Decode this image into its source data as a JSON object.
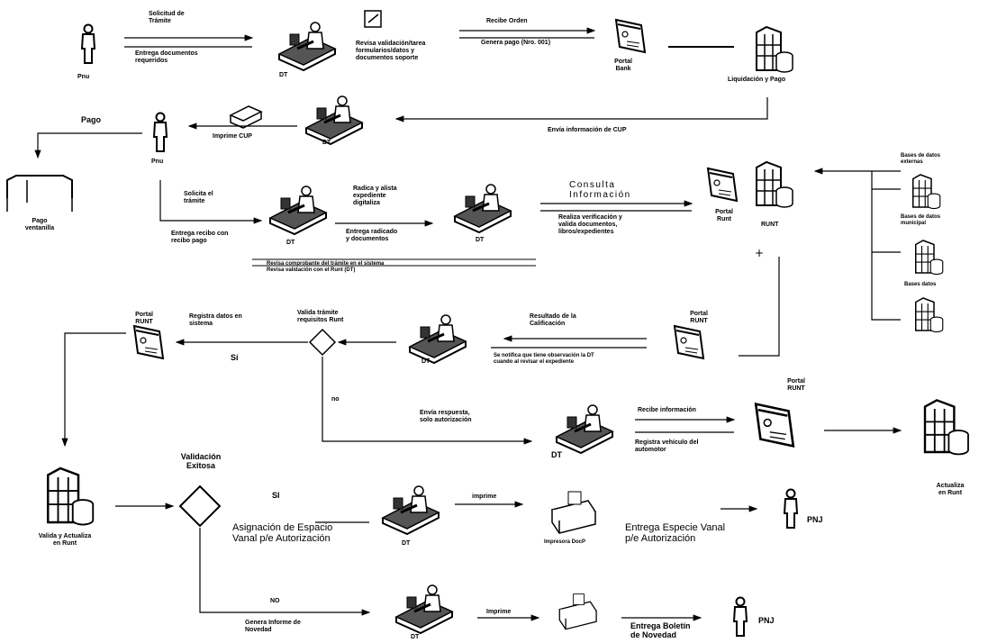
{
  "labels": {
    "pnj_1": "Pnu",
    "solicitud_de_pago": "Solicitud de\nTrámite",
    "entrega_documentos": "Entrega documentos\nrequeridos",
    "dt_1": "DT",
    "revisa_documentos": "Revisa validación/tarea\nformularios/datos y\ndocumentos soporte",
    "recibe_orden": "Recibe Orden",
    "genera_pago": "Genera pago (Nro. 001)",
    "portal_bank": "Portal\nBank",
    "liquidacion_y_pago": "Liquidación y Pago",
    "envia_informacion_pago": "Envía información de CUP",
    "pago_label": "Pago",
    "pnj_2": "Pnu",
    "imprime_cup": "Imprime CUP",
    "dt_2": "DT",
    "pago_ventanilla": "Pago\nventanilla",
    "solicita_tramite": "Solicita el\ntrámite",
    "entrega_recibo": "Entrega recibo con\nrecibo pago",
    "dt_3": "DT",
    "radica_y_alista": "Radica y alista\nexpediente\ndigitaliza",
    "entrega_radicado": "Entrega radicado\ny documentos",
    "dt_4": "DT",
    "consulta_informacion": "Consulta\nInformación",
    "realiza_verificacion": "Realiza verificación y\nvalida documentos,\nlibros/expedientes",
    "portal_runt_1": "Portal\nRunt",
    "runt_1": "RUNT",
    "revisa_comprobante": "Revisa comprobante del trámite en el sistema\nRevisa validación con el Runt (DT)",
    "bases_datos_1": "Bases de datos\nexternas",
    "bases_datos_2": "Bases de datos\nmunicipal",
    "bases_datos_3": "Bases datos",
    "portal_runt_2": "Portal\nRUNT",
    "registra_datos": "Registra datos en\nsistema",
    "valida_tramite": "Valida trámite\nrequisitos Runt",
    "si_1": "Sí",
    "dt_5": "DT",
    "resultado_calificacion": "Resultado de la\nCalificación",
    "portal_runt_3": "Portal\nRUNT",
    "se_notifica": "Se notifica que tiene observación la DT\ncuando al revisar el expediente",
    "no_1": "no",
    "envia_respuesta": "Envía respuesta,\nsolo autorización",
    "dt_6": "DT",
    "recibe_informacion": "Recibe información",
    "registra_vehiculo": "Registra vehículo del\nautomotor",
    "portal_runt_4": "Portal\nRUNT",
    "actualiza_runt": "Actualiza\nen Runt",
    "valida_y_actualiza": "Valida y Actualiza\nen Runt",
    "validacion_exitosa": "Validación\nExitosa",
    "si_2": "SI",
    "asignacion": "Asignación de Espacio\nVanal p/e Autorización",
    "dt_7": "DT",
    "imprime": "imprime",
    "impresora": "Impresora DocP",
    "entrega_especie": "Entrega Especie Vanal\np/e Autorización",
    "pnj_3": "PNJ",
    "no_2": "NO",
    "genera_informe": "Genera Informe de\nNovedad",
    "dt_8": "DT",
    "imprime_2": "Imprime",
    "entrega_boletin": "Entrega Boletín\nde Novedad",
    "pnj_4": "PNJ"
  },
  "colors": {
    "ink": "#000000",
    "background": "#ffffff"
  },
  "icons": [
    "person-icon",
    "desk-operator-icon",
    "server-database-icon",
    "web-portal-icon",
    "printer-icon",
    "diamond-decision-icon",
    "document-signing-icon",
    "archive-box-icon"
  ]
}
